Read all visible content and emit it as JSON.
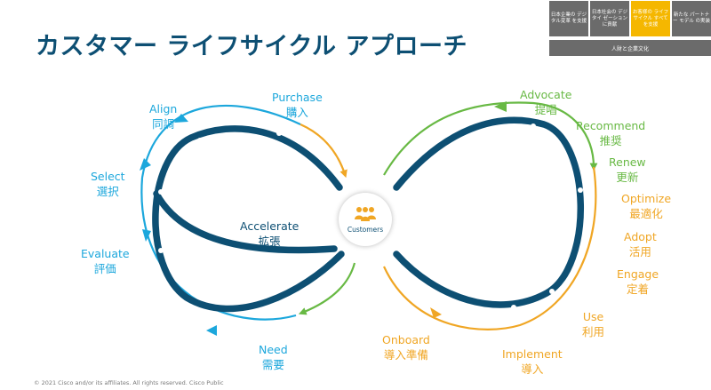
{
  "title": "カスタマー ライフサイクル アプローチ",
  "nav": {
    "boxes": [
      {
        "label": "日本企業の デジタル変革 を支援",
        "active": false
      },
      {
        "label": "日本社会の デジタイ ゼーション に貢献",
        "active": false
      },
      {
        "label": "お客様の ライフ サイクル すべてを支援",
        "active": true
      },
      {
        "label": "新たな パートナー モデル の実装",
        "active": false
      }
    ],
    "bar_label": "人財と企業文化"
  },
  "hub": {
    "label": "Customers",
    "icon": "people-group-icon"
  },
  "stages": [
    {
      "key": "align",
      "en": "Align",
      "ja": "同調",
      "color": "blue"
    },
    {
      "key": "purchase",
      "en": "Purchase",
      "ja": "購入",
      "color": "blue"
    },
    {
      "key": "select",
      "en": "Select",
      "ja": "選択",
      "color": "blue"
    },
    {
      "key": "evaluate",
      "en": "Evaluate",
      "ja": "評価",
      "color": "blue"
    },
    {
      "key": "need",
      "en": "Need",
      "ja": "需要",
      "color": "blue"
    },
    {
      "key": "accelerate",
      "en": "Accelerate",
      "ja": "拡張",
      "color": "navy"
    },
    {
      "key": "advocate",
      "en": "Advocate",
      "ja": "提唱",
      "color": "green"
    },
    {
      "key": "recommend",
      "en": "Recommend",
      "ja": "推奨",
      "color": "green"
    },
    {
      "key": "renew",
      "en": "Renew",
      "ja": "更新",
      "color": "green"
    },
    {
      "key": "optimize",
      "en": "Optimize",
      "ja": "最適化",
      "color": "orange"
    },
    {
      "key": "adopt",
      "en": "Adopt",
      "ja": "活用",
      "color": "orange"
    },
    {
      "key": "engage",
      "en": "Engage",
      "ja": "定着",
      "color": "orange"
    },
    {
      "key": "use",
      "en": "Use",
      "ja": "利用",
      "color": "orange"
    },
    {
      "key": "implement",
      "en": "Implement",
      "ja": "導入",
      "color": "orange"
    },
    {
      "key": "onboard",
      "en": "Onboard",
      "ja": "導入準備",
      "color": "orange"
    }
  ],
  "colors": {
    "navy": "#0d4f73",
    "blue": "#1ca7dc",
    "green": "#68b944",
    "orange": "#f0a624",
    "nav_gray": "#6b6b6b",
    "nav_active": "#f5b700"
  },
  "footer": "© 2021  Cisco and/or its affiliates. All rights reserved.  Cisco Public"
}
